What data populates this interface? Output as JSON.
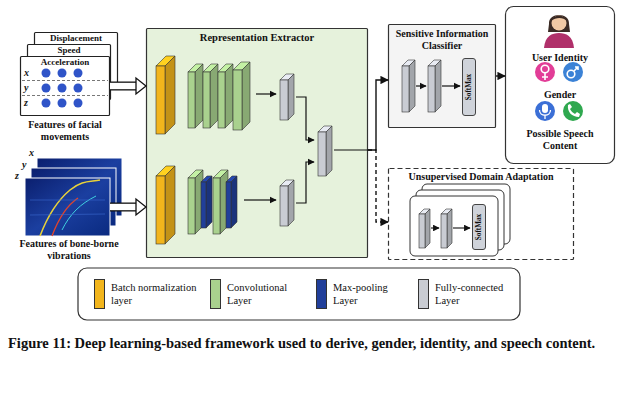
{
  "diagram": {
    "caption": "Figure 11: Deep learning-based framework used to derive, gender, identity, and speech content.",
    "nodes": [
      {
        "text": [
          "Displacement"
        ]
      },
      {
        "text": [
          "Speed"
        ]
      },
      {
        "text": [
          "Acceleration",
          "Features of facial movements"
        ]
      },
      {
        "text": [
          "Features of bone-borne vibrations"
        ]
      },
      {
        "text": [
          "Representation Extractor"
        ]
      },
      {
        "text": [
          "Sensitive Information Classifier"
        ]
      },
      {
        "text": [
          "SoftMax"
        ],
        "in": 5
      },
      {
        "text": [
          "Unsupervised Domain Adaptation"
        ]
      },
      {
        "text": [
          "SoftMax"
        ],
        "in": 7
      },
      {
        "text": [
          "User Identity",
          "Gender",
          "Possible Speech Content"
        ]
      }
    ],
    "edges": [
      {
        "from": 2,
        "to": 4,
        "arrow": "to"
      },
      {
        "from": 3,
        "to": 4,
        "arrow": "to"
      },
      {
        "from": 4,
        "to": 5,
        "arrow": "to"
      },
      {
        "from": 4,
        "to": 7,
        "arrow": "to"
      },
      {
        "from": 5,
        "to": 9,
        "arrow": "to"
      }
    ],
    "labels": [
      "x",
      "y",
      "z",
      "x",
      "y",
      "z"
    ],
    "legend": [
      {
        "text": "Batch normalization layer",
        "color": "#f2b51c"
      },
      {
        "text": "Convolutional Layer",
        "color": "#a9d18e"
      },
      {
        "text": "Max-pooling Layer",
        "color": "#213f9a"
      },
      {
        "text": "Fully-connected Layer",
        "color": "#c9ccd3"
      }
    ]
  }
}
